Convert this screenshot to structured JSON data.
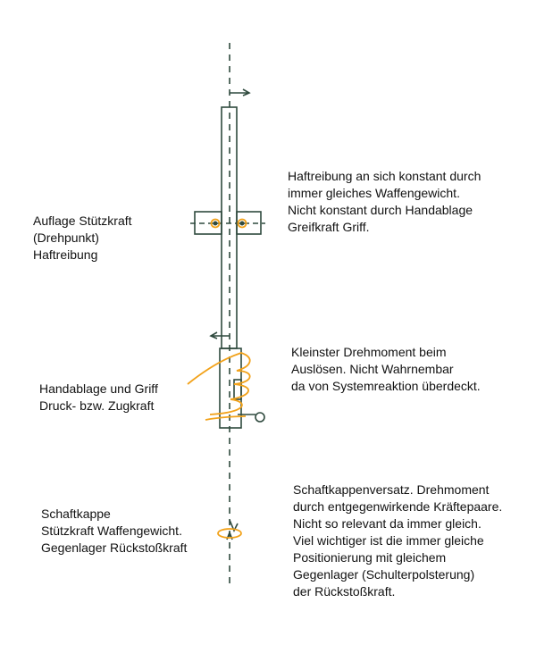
{
  "annotations": {
    "haftreibung_note": [
      "Haftreibung an sich konstant durch",
      "immer gleiches Waffengewicht.",
      "Nicht konstant durch Handablage",
      "Greifkraft Griff."
    ],
    "auflage": [
      "Auflage Stützkraft",
      "(Drehpunkt)",
      "Haftreibung"
    ],
    "drehmoment_note": [
      "Kleinster Drehmoment beim",
      "Auslösen. Nicht Wahrnembar",
      "da von Systemreaktion überdeckt."
    ],
    "handablage": [
      "Handablage und Griff",
      "Druck- bzw. Zugkraft"
    ],
    "schaftkappe": [
      "Schaftkappe",
      "Stützkraft Waffengewicht.",
      "Gegenlager Rückstoßkraft"
    ],
    "versatz_note": [
      "Schaftkappenversatz. Drehmoment",
      "durch entgegenwirkende Kräftepaare.",
      "Nicht so relevant da immer gleich.",
      "Viel wichtiger ist die immer gleiche",
      "Positionierung mit gleichem",
      "Gegenlager (Schulterpolsterung)",
      "der Rückstoßkraft."
    ]
  },
  "colors": {
    "ink": "#2f4a3e",
    "highlight": "#f2a21a"
  }
}
